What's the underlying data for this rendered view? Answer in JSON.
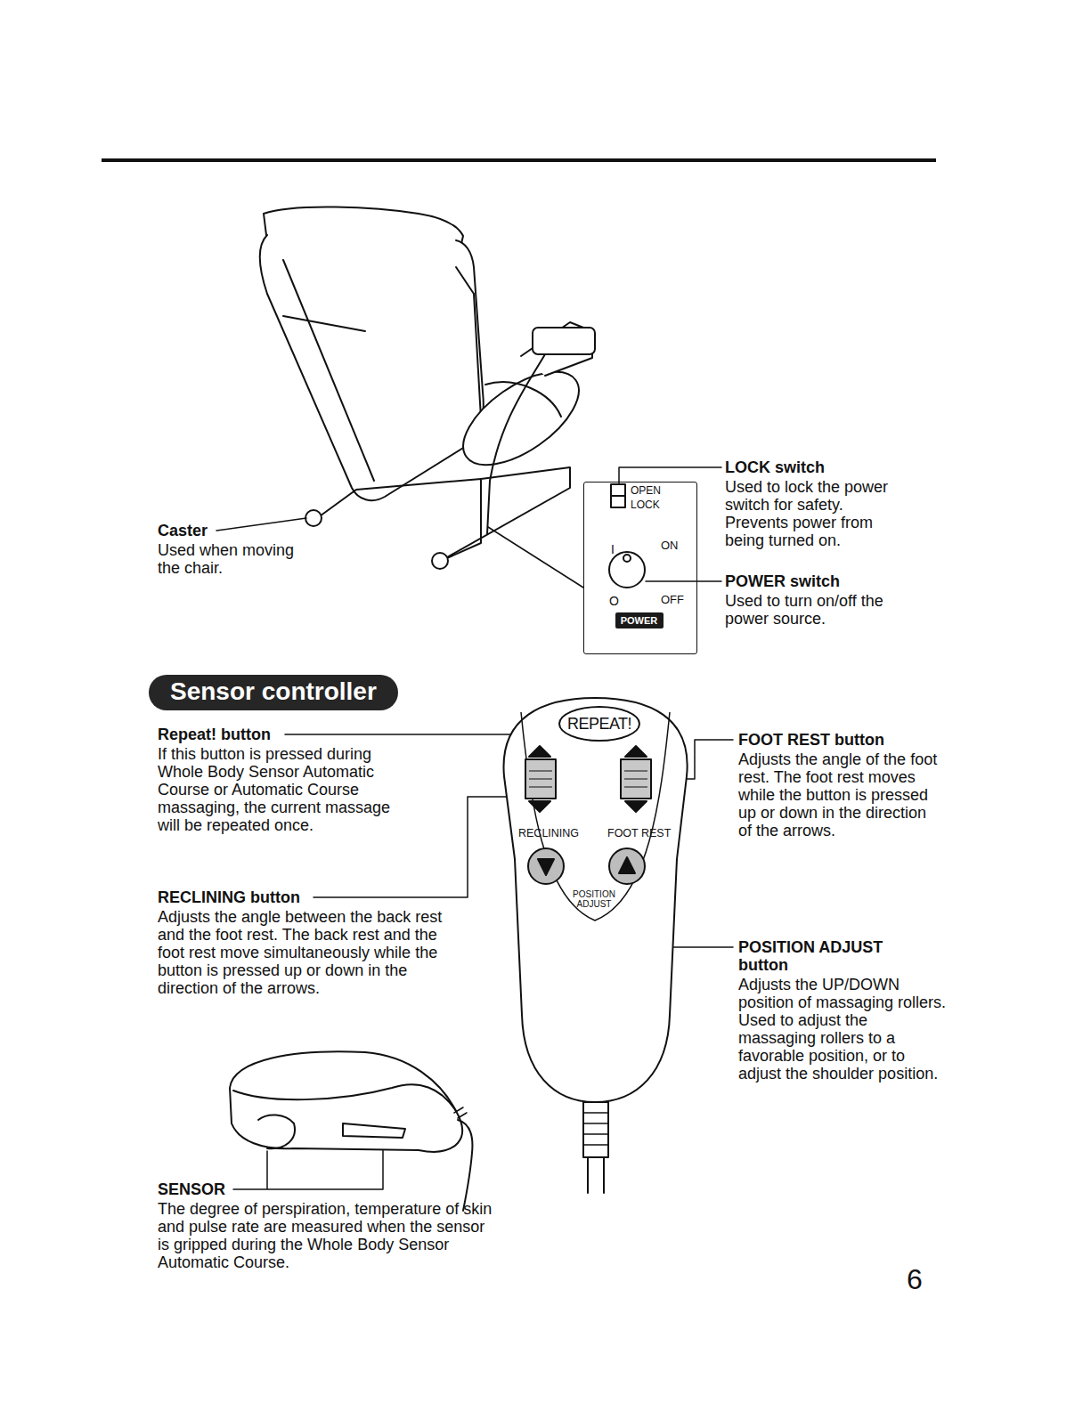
{
  "diagram": {
    "nodes": [
      {
        "text": [
          "OPEN",
          "LOCK",
          "I",
          "ON",
          "O",
          "OFF"
        ]
      },
      {
        "text": [
          "POWER"
        ],
        "in": 0
      },
      {
        "text": [
          "Sensor controller"
        ]
      },
      {
        "text": [
          "RECLINING",
          "FOOT REST",
          "POSITION ADJUST"
        ]
      },
      {
        "text": [
          "REPEAT!"
        ],
        "in": 3
      }
    ],
    "labels": [
      "Caster",
      "Used when moving the chair.",
      "LOCK switch",
      "Used to lock the power switch for safety. Prevents power from being turned on.",
      "POWER switch",
      "Used to turn on/off the power source.",
      "Repeat! button",
      "If this button is pressed during Whole Body Sensor Automatic Course or Automatic Course massaging, the current massage will be repeated once.",
      "RECLINING button",
      "Adjusts the angle between the back rest and the foot rest. The back rest and the foot rest move simultaneously while the button is pressed up or down in the direction of the arrows.",
      "FOOT REST button",
      "Adjusts the angle of the foot rest. The foot rest moves while the button is pressed up or down in the direction of the arrows.",
      "POSITION ADJUST button",
      "Adjusts the UP/DOWN position of massaging rollers. Used to adjust the massaging rollers to a favorable position, or to adjust the shoulder position.",
      "SENSOR",
      "The degree of perspiration, temperature of skin and pulse rate are measured when the sensor is gripped during the Whole Body Sensor Automatic Course.",
      "6"
    ]
  }
}
